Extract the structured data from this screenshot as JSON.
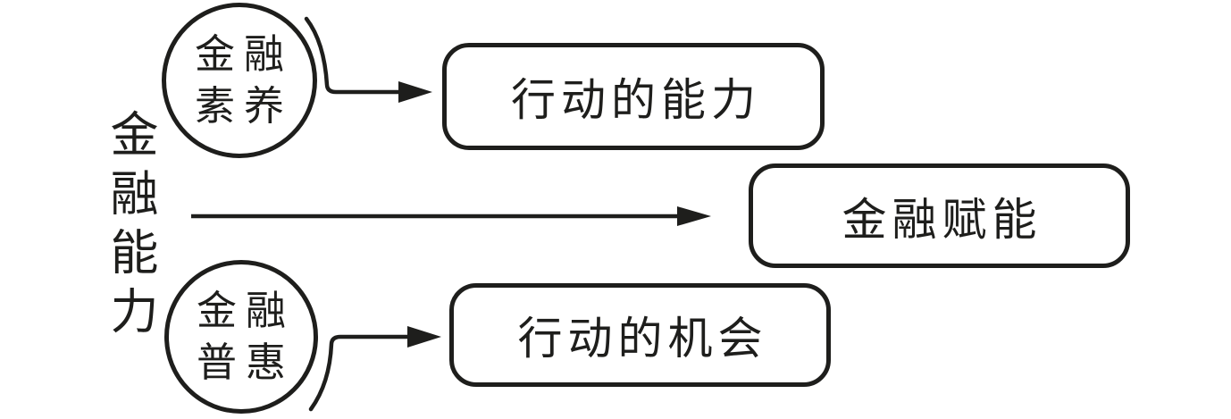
{
  "diagram": {
    "side_label": "金融能力",
    "nodes": {
      "literacy": {
        "line1": "金融",
        "line2": "素养"
      },
      "inclusion": {
        "line1": "金融",
        "line2": "普惠"
      },
      "ability": {
        "label": "行动的能力"
      },
      "empowerment": {
        "label": "金融赋能"
      },
      "opportunity": {
        "label": "行动的机会"
      }
    },
    "connectors": [
      {
        "from": "金融素养",
        "to": "行动的能力",
        "style": "arc-then-horizontal-arrow"
      },
      {
        "from": "金融能力",
        "to": "金融赋能",
        "style": "long-horizontal-arrow"
      },
      {
        "from": "金融普惠",
        "to": "行动的机会",
        "style": "arc-then-horizontal-arrow"
      }
    ],
    "colors": {
      "stroke": "#1e1e1c",
      "background": "#ffffff"
    }
  }
}
